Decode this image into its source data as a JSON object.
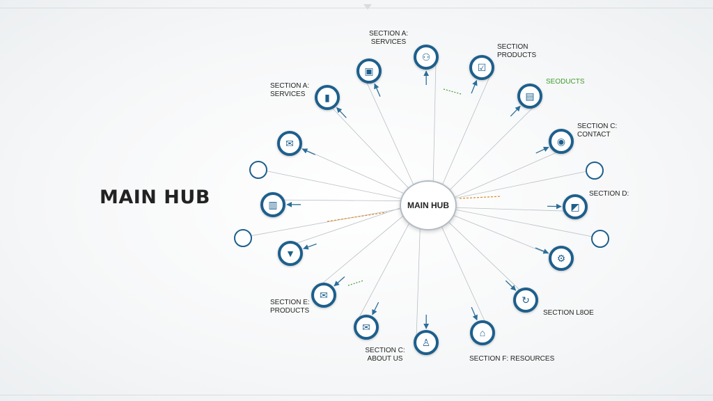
{
  "title": "MAIN HUB",
  "hub": {
    "label": "MAIN HUB"
  },
  "labels": [
    {
      "text": "SECTION A:\nSERVICES",
      "color": "#222222"
    },
    {
      "text": "SECTION\nPRODUCTS",
      "color": "#222222"
    },
    {
      "text": "SEODUCTS",
      "color": "#3e9b2d"
    },
    {
      "text": "SECTION A:\nSERVICES",
      "color": "#222222"
    },
    {
      "text": "SECTION C:\nCONTACT",
      "color": "#222222"
    },
    {
      "text": "SECTION D:",
      "color": "#222222"
    },
    {
      "text": "SECTION E:\nPRODUCTS",
      "color": "#222222"
    },
    {
      "text": "SECTION C:\nABOUT US",
      "color": "#222222"
    },
    {
      "text": "SECTION F: RESOURCES",
      "color": "#222222"
    },
    {
      "text": "SECTION L8OE",
      "color": "#222222"
    }
  ],
  "nodes": [
    {
      "icon": "people-icon",
      "glyph": "⚇"
    },
    {
      "icon": "image-icon",
      "glyph": "▣"
    },
    {
      "icon": "clipboard-check-icon",
      "glyph": "☑"
    },
    {
      "icon": "battery-icon",
      "glyph": "▮"
    },
    {
      "icon": "folder-icon",
      "glyph": "▤"
    },
    {
      "icon": "mail-icon",
      "glyph": "✉"
    },
    {
      "icon": "camera-icon",
      "glyph": "◉"
    },
    {
      "icon": "browser-icon",
      "glyph": "▥"
    },
    {
      "icon": "chart-icon",
      "glyph": "◩"
    },
    {
      "icon": "lock-icon",
      "glyph": "▼"
    },
    {
      "icon": "gear-icon",
      "glyph": "⚙"
    },
    {
      "icon": "mail-icon",
      "glyph": "✉"
    },
    {
      "icon": "refresh-icon",
      "glyph": "↻"
    },
    {
      "icon": "mail-icon",
      "glyph": "✉"
    },
    {
      "icon": "home-icon",
      "glyph": "⌂"
    },
    {
      "icon": "user-icon",
      "glyph": "♙"
    }
  ],
  "colors": {
    "node": "#1d5f8c",
    "connector": "#2b6e99",
    "accent_green": "#3e9b2d",
    "accent_orange": "#e08a2a"
  }
}
